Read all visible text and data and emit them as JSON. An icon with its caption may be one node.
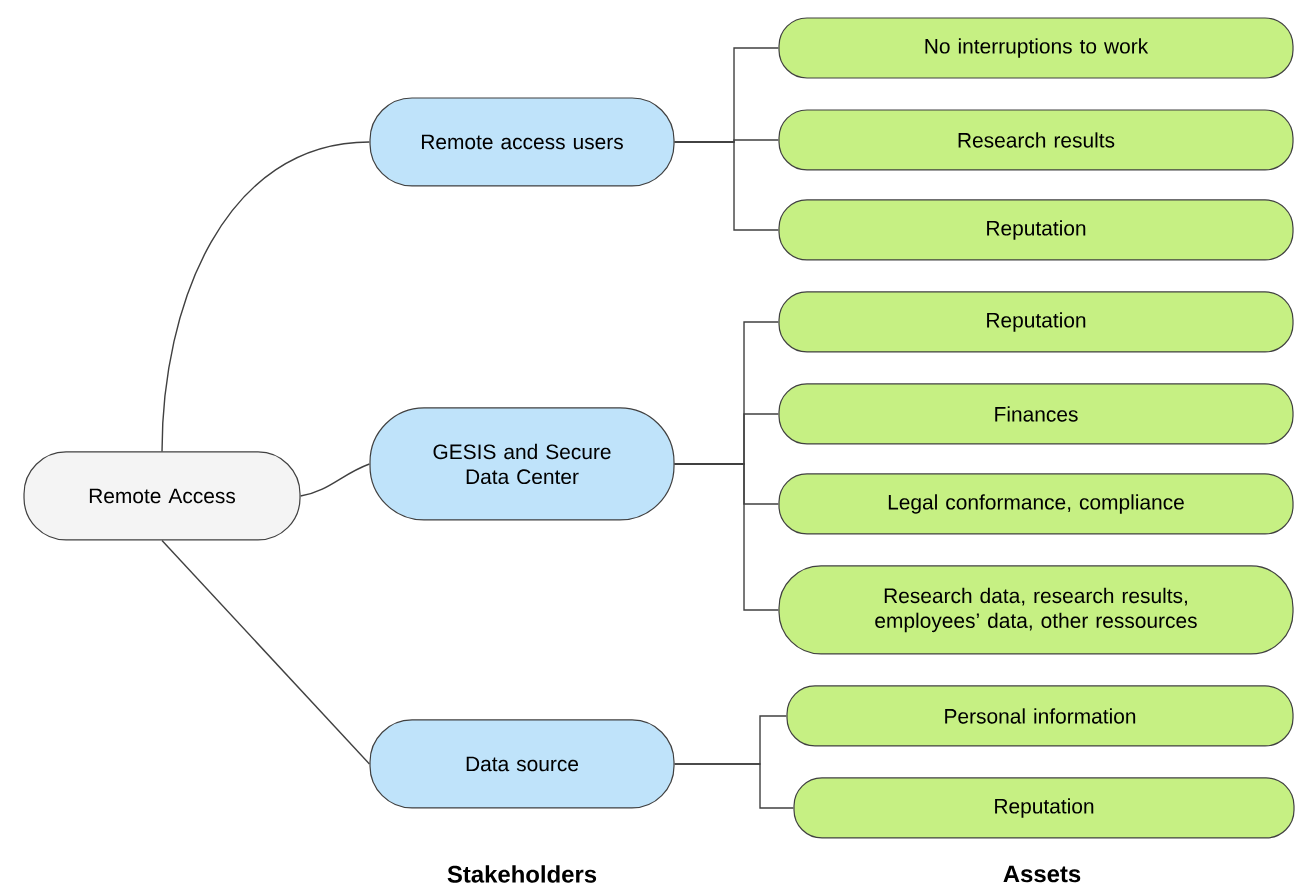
{
  "diagram": {
    "nodes": [
      {
        "text": [
          "Remote Access"
        ]
      },
      {
        "text": [
          "Remote access users"
        ]
      },
      {
        "text": [
          "GESIS and Secure Data Center"
        ]
      },
      {
        "text": [
          "Data source"
        ]
      },
      {
        "text": [
          "No interruptions to work"
        ]
      },
      {
        "text": [
          "Research results"
        ]
      },
      {
        "text": [
          "Reputation"
        ]
      },
      {
        "text": [
          "Reputation"
        ]
      },
      {
        "text": [
          "Finances"
        ]
      },
      {
        "text": [
          "Legal conformance, compliance"
        ]
      },
      {
        "text": [
          "Research data, research results, employees’ data, other ressources"
        ]
      },
      {
        "text": [
          "Personal information"
        ]
      },
      {
        "text": [
          "Reputation"
        ]
      }
    ],
    "edges": [
      {
        "from": 0,
        "to": 1,
        "arrow": "none"
      },
      {
        "from": 0,
        "to": 2,
        "arrow": "none"
      },
      {
        "from": 0,
        "to": 3,
        "arrow": "none"
      },
      {
        "from": 1,
        "to": 4,
        "arrow": "none"
      },
      {
        "from": 1,
        "to": 5,
        "arrow": "none"
      },
      {
        "from": 1,
        "to": 6,
        "arrow": "none"
      },
      {
        "from": 2,
        "to": 7,
        "arrow": "none"
      },
      {
        "from": 2,
        "to": 8,
        "arrow": "none"
      },
      {
        "from": 2,
        "to": 9,
        "arrow": "none"
      },
      {
        "from": 2,
        "to": 10,
        "arrow": "none"
      },
      {
        "from": 3,
        "to": 11,
        "arrow": "none"
      },
      {
        "from": 3,
        "to": 12,
        "arrow": "none"
      }
    ],
    "labels": [
      "Stakeholders",
      "Assets"
    ]
  }
}
